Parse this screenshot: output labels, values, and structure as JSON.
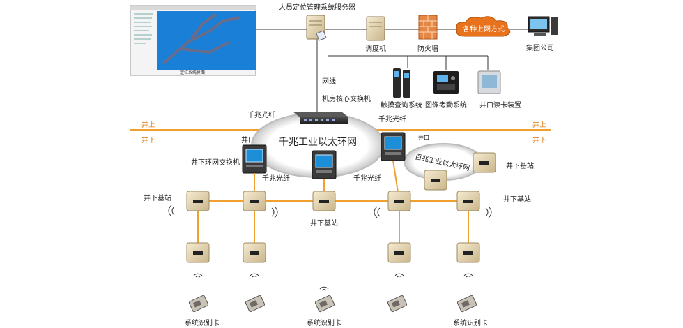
{
  "labels": {
    "server": "人员定位管理系统服务器",
    "dispatcher": "调度机",
    "firewall": "防火墙",
    "network_cloud": "各种上网方式",
    "group_company": "集团公司",
    "screen_caption": "定位系统界面",
    "network_cable": "网线",
    "core_switch": "机房核心交换机",
    "touch_query": "触摸查询系统",
    "image_attendance": "图像考勤系统",
    "card_reader": "井口读卡装置",
    "above_ground_left": "井上",
    "above_ground_right": "井上",
    "below_ground_left": "井下",
    "below_ground_right": "井下",
    "gigabit_fiber_tl": "千兆光纤",
    "gigabit_fiber_tr": "千兆光纤",
    "gigabit_fiber_bl": "千兆光纤",
    "gigabit_fiber_br": "千兆光纤",
    "wellhead_left": "井口",
    "wellhead_right": "井口",
    "gigabit_ring": "千兆工业以太环网",
    "hundred_mbps_ring": "百兆工业以太环网",
    "underground_switch": "井下环网交换机",
    "base_station_right_top": "井下基站",
    "base_station_left": "井下基站",
    "base_station_center": "井下基站",
    "base_station_right": "井下基站",
    "id_card_left": "系统识别卡",
    "id_card_center": "系统识别卡",
    "id_card_right": "系统识别卡"
  },
  "colors": {
    "ground_line": "#f0a030",
    "ground_text": "#e07a10",
    "bus_line": "#f0a030",
    "network_cloud": "#e8731c",
    "screen_bg": "#1a7fd6"
  }
}
